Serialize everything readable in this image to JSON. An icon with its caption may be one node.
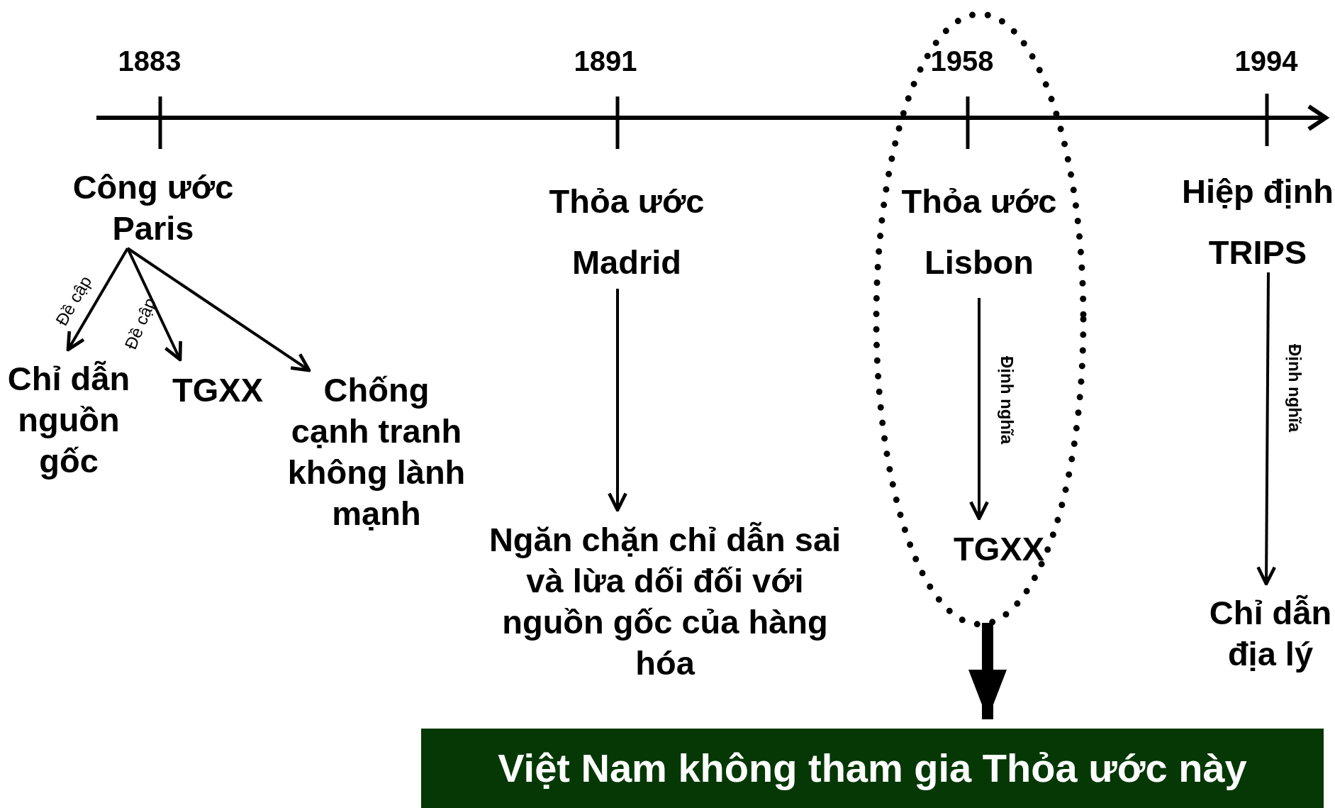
{
  "diagram": {
    "nodes": [
      {
        "text": [
          "Công ước Paris"
        ]
      },
      {
        "text": [
          "Chỉ dẫn nguồn gốc"
        ]
      },
      {
        "text": [
          "TGXX"
        ]
      },
      {
        "text": [
          "Chống cạnh tranh không lành mạnh"
        ]
      },
      {
        "text": [
          "Thỏa ước Madrid"
        ]
      },
      {
        "text": [
          "Ngăn chặn chỉ dẫn sai và lừa dối đối với nguồn gốc của hàng hóa"
        ]
      },
      {
        "text": [],
        "shape": "ellipse"
      },
      {
        "text": [
          "Thỏa ước Lisbon"
        ],
        "in": 6
      },
      {
        "text": [
          "TGXX"
        ],
        "in": 6
      },
      {
        "text": [
          "Hiệp định TRIPS"
        ]
      },
      {
        "text": [
          "Chỉ dẫn địa lý"
        ]
      },
      {
        "text": [
          "Việt Nam không tham gia Thỏa ước này"
        ]
      }
    ],
    "edges": [
      {
        "from": 0,
        "to": 1,
        "arrow": "to",
        "label": "Đề cập"
      },
      {
        "from": 0,
        "to": 2,
        "arrow": "to",
        "label": "Đề cập"
      },
      {
        "from": 0,
        "to": 3,
        "arrow": "to"
      },
      {
        "from": 4,
        "to": 5,
        "arrow": "to"
      },
      {
        "from": 7,
        "to": 8,
        "arrow": "to",
        "label": "Định nghĩa"
      },
      {
        "from": 9,
        "to": 10,
        "arrow": "to",
        "label": "Định nghĩa"
      },
      {
        "from": 6,
        "to": 11,
        "arrow": "to",
        "style": "thick"
      }
    ],
    "labels": [
      "1883",
      "1891",
      "1958",
      "1994"
    ]
  }
}
